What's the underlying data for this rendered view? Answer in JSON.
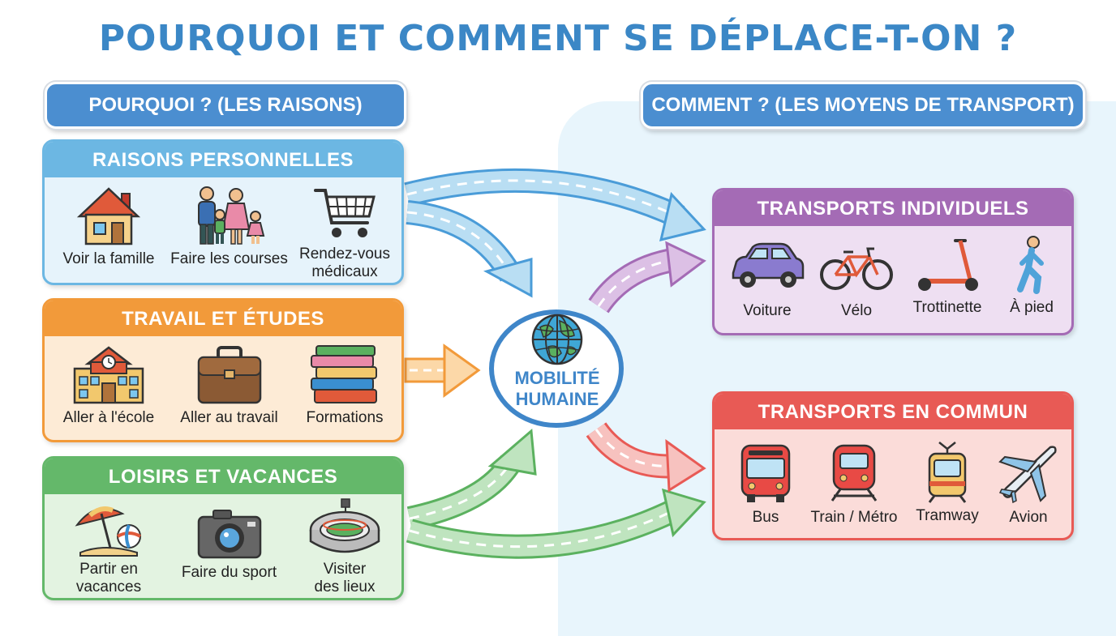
{
  "title": "POURQUOI ET COMMENT SE DÉPLACE-T-ON ?",
  "left_header": "POURQUOI ? (LES RAISONS)",
  "right_header": "COMMENT ? (LES MOYENS DE TRANSPORT)",
  "hub": {
    "line1": "MOBILITÉ",
    "line2": "HUMAINE",
    "icon": "globe-icon"
  },
  "reasons": [
    {
      "title": "RAISONS PERSONNELLES",
      "color": "#6cb7e3",
      "bg": "#e6f3fb",
      "items": [
        {
          "label": "Voir la famille",
          "icon": "house-icon"
        },
        {
          "label": "Faire les courses",
          "icon": "family-icon"
        },
        {
          "label_line1": "Rendez-vous",
          "label_line2": "médicaux",
          "icon": "shopping-cart-icon"
        }
      ]
    },
    {
      "title": "TRAVAIL ET ÉTUDES",
      "color": "#f29a3a",
      "bg": "#fdebd6",
      "items": [
        {
          "label": "Aller à l'école",
          "icon": "school-icon"
        },
        {
          "label": "Aller au travail",
          "icon": "briefcase-icon"
        },
        {
          "label": "Formations",
          "icon": "books-icon"
        }
      ]
    },
    {
      "title": "LOISIRS ET VACANCES",
      "color": "#64b86a",
      "bg": "#e3f3e1",
      "items": [
        {
          "label_line1": "Partir en",
          "label_line2": "vacances",
          "icon": "beach-umbrella-icon"
        },
        {
          "label": "Faire du sport",
          "icon": "camera-icon"
        },
        {
          "label_line1": "Visiter",
          "label_line2": "des lieux",
          "icon": "stadium-icon"
        }
      ]
    }
  ],
  "transports": [
    {
      "title": "TRANSPORTS INDIVIDUELS",
      "color": "#a46bb5",
      "bg": "#eedff2",
      "items": [
        {
          "label": "Voiture",
          "icon": "car-icon"
        },
        {
          "label": "Vélo",
          "icon": "bicycle-icon"
        },
        {
          "label": "Trottinette",
          "icon": "scooter-icon"
        },
        {
          "label": "À pied",
          "icon": "walking-person-icon"
        }
      ]
    },
    {
      "title": "TRANSPORTS EN COMMUN",
      "color": "#e85a55",
      "bg": "#fbdcd9",
      "items": [
        {
          "label": "Bus",
          "icon": "bus-icon"
        },
        {
          "label": "Train / Métro",
          "icon": "train-icon"
        },
        {
          "label": "Tramway",
          "icon": "tram-icon"
        },
        {
          "label": "Avion",
          "icon": "airplane-icon"
        }
      ]
    }
  ]
}
